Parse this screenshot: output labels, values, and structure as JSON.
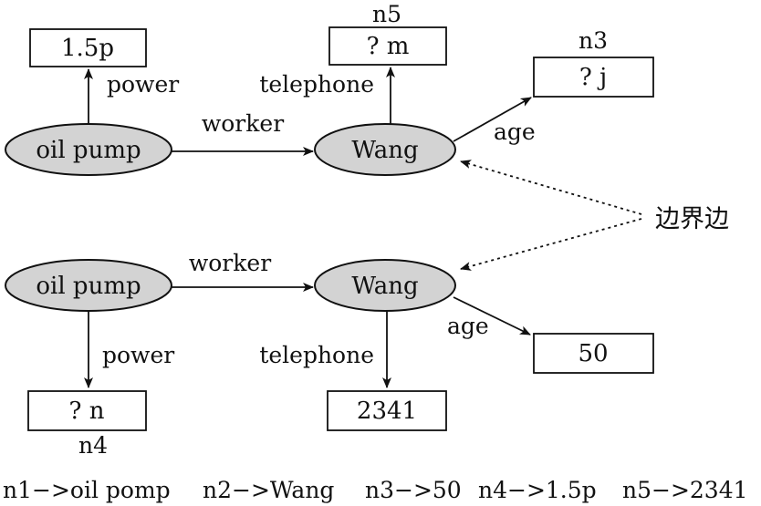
{
  "top_graph": {
    "node_oil_pump": "oil pump",
    "node_wang": "Wang",
    "box_power": "1.5p",
    "box_telephone": "? m",
    "box_age": "? j",
    "label_n5": "n5",
    "label_n3": "n3",
    "edge_worker": "worker",
    "edge_power": "power",
    "edge_telephone": "telephone",
    "edge_age": "age"
  },
  "bottom_graph": {
    "node_oil_pump": "oil pump",
    "node_wang": "Wang",
    "box_power": "? n",
    "box_telephone": "2341",
    "box_age": "50",
    "label_n4": "n4",
    "edge_worker": "worker",
    "edge_power": "power",
    "edge_telephone": "telephone",
    "edge_age": "age"
  },
  "boundary_label": "边界边",
  "mappings": [
    "n1−>oil pomp",
    "n2−>Wang",
    "n3−>50",
    "n4−>1.5p",
    "n5−>2341"
  ]
}
